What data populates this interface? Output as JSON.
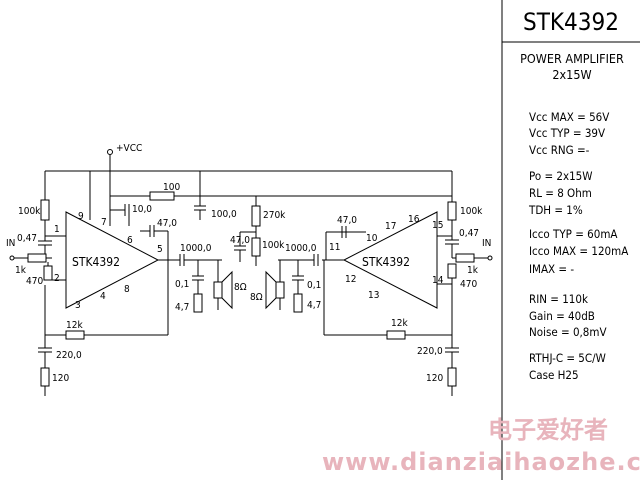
{
  "title_block": {
    "part_number": "STK4392",
    "description": "POWER AMPLIFIER",
    "power": "2x15W"
  },
  "specs": [
    {
      "key": "vcc_max",
      "text": "Vcc MAX = 56V"
    },
    {
      "key": "vcc_typ",
      "text": "Vcc TYP = 39V"
    },
    {
      "key": "vcc_rng",
      "text": "Vcc RNG =-"
    },
    {
      "key": "po",
      "text": "Po = 2x15W"
    },
    {
      "key": "rl",
      "text": "RL = 8 Ohm"
    },
    {
      "key": "tdh",
      "text": "TDH = 1%"
    },
    {
      "key": "icco_typ",
      "text": "Icco TYP = 60mA"
    },
    {
      "key": "icco_max",
      "text": "Icco MAX = 120mA"
    },
    {
      "key": "imax",
      "text": "IMAX = -"
    },
    {
      "key": "rin",
      "text": "RIN = 110k"
    },
    {
      "key": "gain",
      "text": "Gain = 40dB"
    },
    {
      "key": "noise",
      "text": "Noise = 0,8mV"
    },
    {
      "key": "rthj",
      "text": "RTHJ-C = 5C/W"
    },
    {
      "key": "case",
      "text": "Case H25"
    }
  ],
  "schematic": {
    "supply": "+VCC",
    "left_chip": "STK4392",
    "right_chip": "STK4392",
    "left_pins": [
      "9",
      "7",
      "6",
      "5",
      "1",
      "2",
      "3",
      "4",
      "8"
    ],
    "right_pins": [
      "11",
      "10",
      "17",
      "16",
      "15",
      "12",
      "13",
      "14"
    ],
    "components": {
      "r_100": "100",
      "r_100k_left": "100k",
      "r_100k_right": "100k",
      "r_100k_mid": "100k",
      "r_270k": "270k",
      "r_12k_left": "12k",
      "r_12k_right": "12k",
      "r_1k_left": "1k",
      "r_1k_right": "1k",
      "r_470_left": "470",
      "r_470_right": "470",
      "r_120_left": "120",
      "r_120_right": "120",
      "r_4_7_left": "4,7",
      "r_4_7_right": "4,7",
      "c_10_0": "10,0",
      "c_47_0_a": "47,0",
      "c_47_0_b": "47,0",
      "c_47_0_c": "47,0",
      "c_100_0": "100,0",
      "c_0_47_left": "0,47",
      "c_0_47_right": "0,47",
      "c_1000_left": "1000,0",
      "c_1000_right": "1000,0",
      "c_0_1_left": "0,1",
      "c_0_1_right": "0,1",
      "c_220_left": "220,0",
      "c_220_right": "220,0",
      "spk_left": "8Ω",
      "spk_right": "8Ω",
      "in_left": "IN",
      "in_right": "IN"
    }
  },
  "watermark": {
    "cn": "电子爱好者",
    "url": "www.dianziaihaozhe.com"
  }
}
